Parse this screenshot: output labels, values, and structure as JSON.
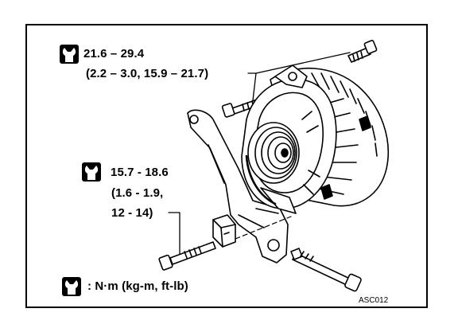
{
  "torque_top": {
    "value": "21.6 – 29.4",
    "conversions": "(2.2 – 3.0, 15.9 – 21.7)"
  },
  "torque_middle": {
    "value": "15.7 - 18.6",
    "line2": "(1.6 - 1.9,",
    "line3": "12 - 14)"
  },
  "legend": {
    "text": ": N·m (kg-m, ft-lb)"
  },
  "figure_code": "ASC012",
  "icons": {
    "torque": "torque-wrench-icon"
  },
  "colors": {
    "ink": "#000000",
    "paper": "#ffffff"
  }
}
